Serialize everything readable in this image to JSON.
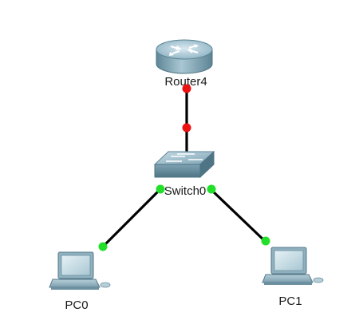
{
  "devices": {
    "router": {
      "label": "Router4"
    },
    "switch": {
      "label": "Switch0"
    },
    "pc0": {
      "label": "PC0"
    },
    "pc1": {
      "label": "PC1"
    }
  },
  "links": [
    {
      "from": "Router4",
      "to": "Switch0",
      "end_status": [
        "down",
        "down"
      ]
    },
    {
      "from": "Switch0",
      "to": "PC0",
      "end_status": [
        "up",
        "up"
      ]
    },
    {
      "from": "Switch0",
      "to": "PC1",
      "end_status": [
        "up",
        "up"
      ]
    }
  ],
  "colors": {
    "link": "#000000",
    "port_up": "#22e02a",
    "port_down": "#ee1111",
    "device_body": "#8fb3c4",
    "device_top": "#b8d3df",
    "screen": "#cfe3ea"
  }
}
